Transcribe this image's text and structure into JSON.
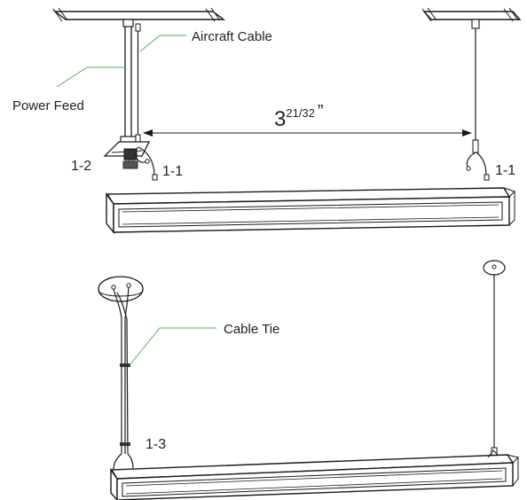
{
  "labels": {
    "aircraft_cable": "Aircraft Cable",
    "power_feed": "Power Feed",
    "cable_tie": "Cable Tie",
    "step_1_2": "1-2",
    "step_1_1_left": "1-1",
    "step_1_1_right": "1-1",
    "step_1_3": "1-3"
  },
  "dimension": {
    "whole": "3",
    "fraction": "21/32",
    "unit": "”"
  },
  "colors": {
    "leader_line": "#4caf50",
    "line_art": "#1a1a1a",
    "label_text": "#222222"
  }
}
